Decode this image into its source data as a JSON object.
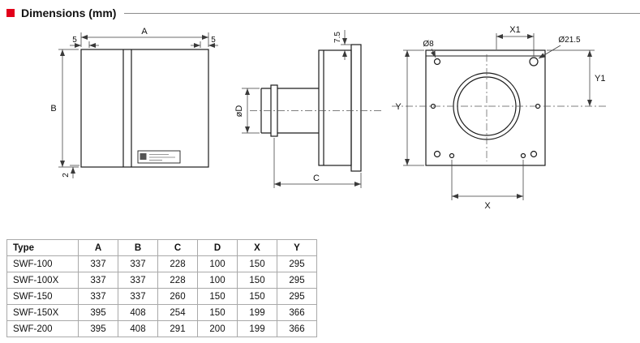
{
  "header": {
    "title": "Dimensions (mm)",
    "accent_color": "#e2001a"
  },
  "diagram": {
    "front_view": {
      "dim_a": "A",
      "dim_b": "B",
      "dim_5_left": "5",
      "dim_5_right": "5",
      "dim_2": "2"
    },
    "side_view": {
      "dim_7_5": "7.5",
      "dim_diameter_d": "øD",
      "dim_c": "C"
    },
    "face_view": {
      "dim_x1": "X1",
      "dim_hole_8": "Ø8",
      "dim_hole_21_5": "Ø21.5",
      "dim_y1": "Y1",
      "dim_y": "Y",
      "dim_x": "X"
    }
  },
  "table": {
    "headers": [
      "Type",
      "A",
      "B",
      "C",
      "D",
      "X",
      "Y"
    ],
    "rows": [
      [
        "SWF-100",
        "337",
        "337",
        "228",
        "100",
        "150",
        "295"
      ],
      [
        "SWF-100X",
        "337",
        "337",
        "228",
        "100",
        "150",
        "295"
      ],
      [
        "SWF-150",
        "337",
        "337",
        "260",
        "150",
        "150",
        "295"
      ],
      [
        "SWF-150X",
        "395",
        "408",
        "254",
        "150",
        "199",
        "366"
      ],
      [
        "SWF-200",
        "395",
        "408",
        "291",
        "200",
        "199",
        "366"
      ]
    ]
  }
}
